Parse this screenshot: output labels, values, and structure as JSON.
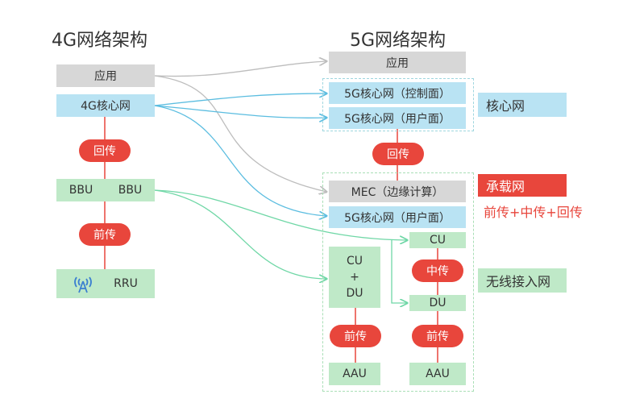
{
  "titles": {
    "left": "4G网络架构",
    "right": "5G网络架构"
  },
  "left": {
    "app": "应用",
    "core": "4G核心网",
    "backhaul": "回传",
    "bbu1": "BBU",
    "bbu2": "BBU",
    "fronthaul": "前传",
    "rru": "RRU",
    "antenna_icon": "antenna-icon"
  },
  "right": {
    "app": "应用",
    "core_control": "5G核心网（控制面）",
    "core_user": "5G核心网（用户面）",
    "backhaul": "回传",
    "mec": "MEC（边缘计算）",
    "core_user_edge": "5G核心网（用户面）",
    "cu": "CU",
    "midhaul": "中传",
    "du": "DU",
    "cudu_top": "CU",
    "cudu_plus": "+",
    "cudu_bottom": "DU",
    "fronthaul_left": "前传",
    "fronthaul_right": "前传",
    "aau_left": "AAU",
    "aau_right": "AAU"
  },
  "legend": {
    "core_network": "核心网",
    "bearer_network": "承载网",
    "bearer_detail": "前传+中传+回传",
    "radio_access": "无线接入网"
  },
  "colors": {
    "gray": "#d7d7d7",
    "blue": "#b9e3f3",
    "green": "#bfe9c8",
    "red": "#e8463c",
    "line_blue": "#5bbde0",
    "line_green": "#6fd7a6",
    "line_gray": "#bdbdbd"
  }
}
